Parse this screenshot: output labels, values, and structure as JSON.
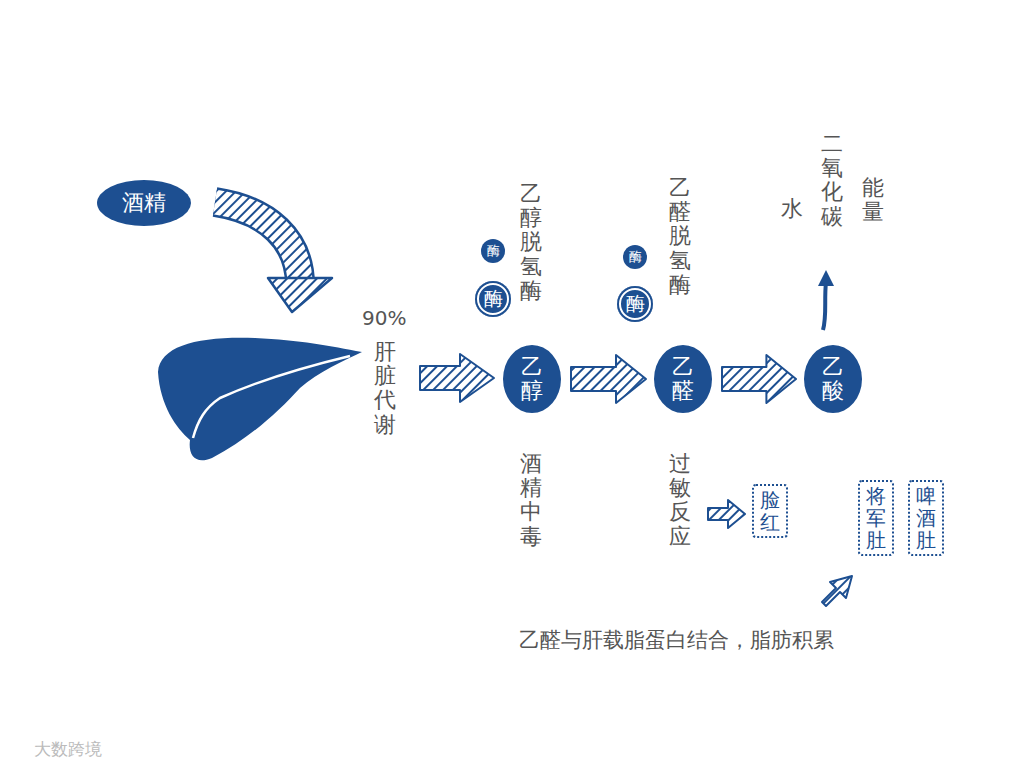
{
  "diagram": {
    "nodes": [
      {
        "text": [
          "酒精"
        ]
      },
      {
        "text": [
          "酶"
        ]
      },
      {
        "text": [
          "酶"
        ]
      },
      {
        "text": [
          "乙醇"
        ]
      },
      {
        "text": [
          "酶"
        ]
      },
      {
        "text": [
          "酶"
        ]
      },
      {
        "text": [
          "乙醛"
        ]
      },
      {
        "text": [
          "乙酸"
        ]
      },
      {
        "text": [
          "脸红"
        ]
      },
      {
        "text": [
          "将军肚"
        ]
      },
      {
        "text": [
          "啤酒肚"
        ]
      }
    ],
    "edges": [
      {
        "from": 3,
        "to": 6,
        "arrow": "to"
      },
      {
        "from": 6,
        "to": 7,
        "arrow": "to"
      }
    ],
    "labels": [
      "90%",
      "肝脏代谢",
      "乙醇脱氢酶",
      "乙醛脱氢酶",
      "水",
      "二氧化碳",
      "能量",
      "酒精中毒",
      "过敏反应",
      "乙醛与肝载脂蛋白结合，脂肪积累",
      "大数跨境"
    ]
  }
}
